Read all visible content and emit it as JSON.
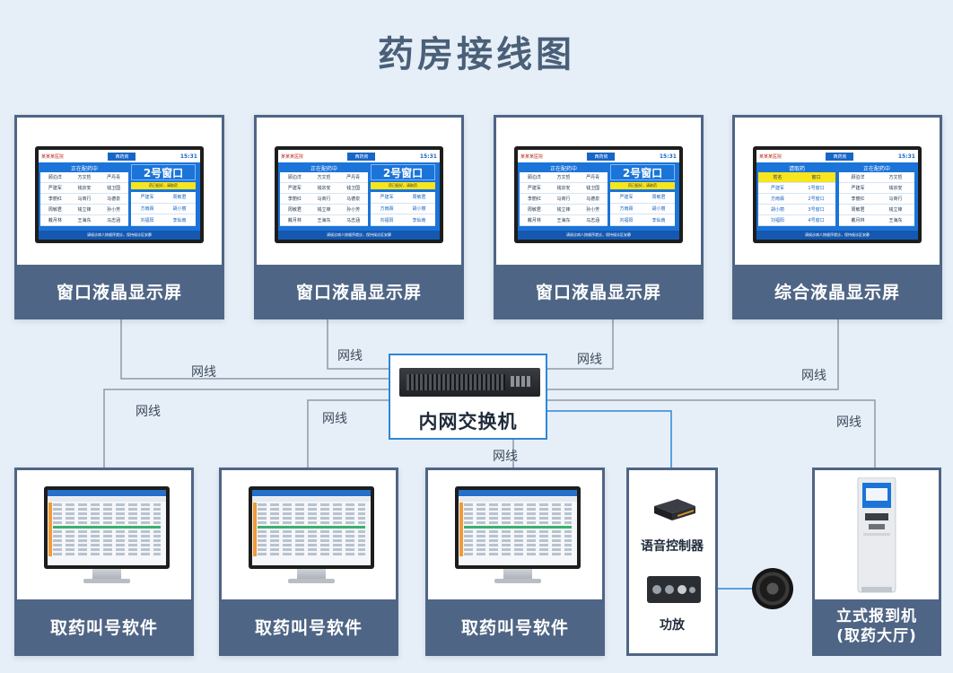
{
  "title": "药房接线图",
  "wire_label": "网线",
  "switch": {
    "label": "内网交换机"
  },
  "top_cards": [
    {
      "label": "窗口液晶显示屏",
      "type": "window"
    },
    {
      "label": "窗口液晶显示屏",
      "type": "window"
    },
    {
      "label": "窗口液晶显示屏",
      "type": "window"
    },
    {
      "label": "综合液晶显示屏",
      "type": "combined"
    }
  ],
  "bottom_cards": [
    {
      "label": "取药叫号软件"
    },
    {
      "label": "取药叫号软件"
    },
    {
      "label": "取药叫号软件"
    }
  ],
  "audio": {
    "controller_label": "语音控制器",
    "amp_label": "功放"
  },
  "kiosk": {
    "label_line1": "立式报到机",
    "label_line2": "(取药大厅)"
  },
  "screen": {
    "hospital": "某某某医院",
    "dept": "西药房",
    "clock": "15:31",
    "preparing": "正在配药中",
    "window_no": "2号窗口",
    "notice": "药已配好，请取药",
    "footer": "请候诊病人按顺序就诊，保持候诊区安静",
    "names_left": [
      [
        "顾泊洋",
        "方文哲",
        "严丹青"
      ],
      [
        "严建军",
        "钱宗安",
        "钱卫国"
      ],
      [
        "李丽红",
        "马商行",
        "马德泉"
      ],
      [
        "周敏君",
        "钱立锋",
        "孙小芳"
      ],
      [
        "戴月林",
        "王海东",
        "马志涵"
      ]
    ],
    "names_right": [
      [
        "严建军",
        "周敏君"
      ],
      [
        "方雨霖",
        "胡小丽"
      ],
      [
        "刘福阳",
        "李灿南"
      ]
    ],
    "queue_header": "请取药",
    "queue_cols": [
      "姓名",
      "窗口"
    ],
    "queue_rows": [
      [
        "严建军",
        "1号窗口"
      ],
      [
        "方雨霖",
        "2号窗口"
      ],
      [
        "胡小丽",
        "3号窗口"
      ],
      [
        "刘福阳",
        "4号窗口"
      ]
    ],
    "queue_right": [
      [
        "顾泊洋",
        "方文哲"
      ],
      [
        "严建军",
        "钱宗安"
      ],
      [
        "李丽红",
        "马商行"
      ],
      [
        "周敏君",
        "钱立锋"
      ],
      [
        "戴月林",
        "王海东"
      ]
    ]
  },
  "colors": {
    "card_border": "#4f6585",
    "wire": "#8f9aa6",
    "audio_wire": "#2f86d8",
    "background": "#e6eff8"
  }
}
